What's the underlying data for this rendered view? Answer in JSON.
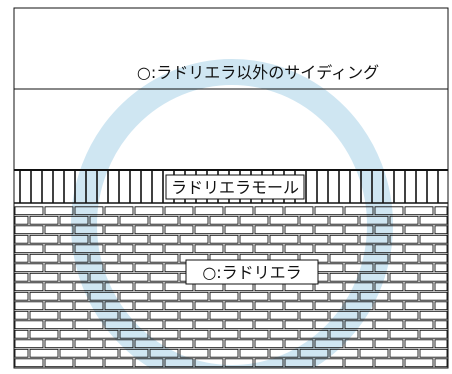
{
  "labels": {
    "upper_region": "○:ラドリエラ以外のサイディング",
    "molding_band": "ラドリエラモール",
    "lower_region": "○:ラドリエラ"
  },
  "colors": {
    "background": "#ffffff",
    "line": "#111111",
    "ring": "#cfe6f2",
    "label_box_fill": "#ffffff"
  }
}
